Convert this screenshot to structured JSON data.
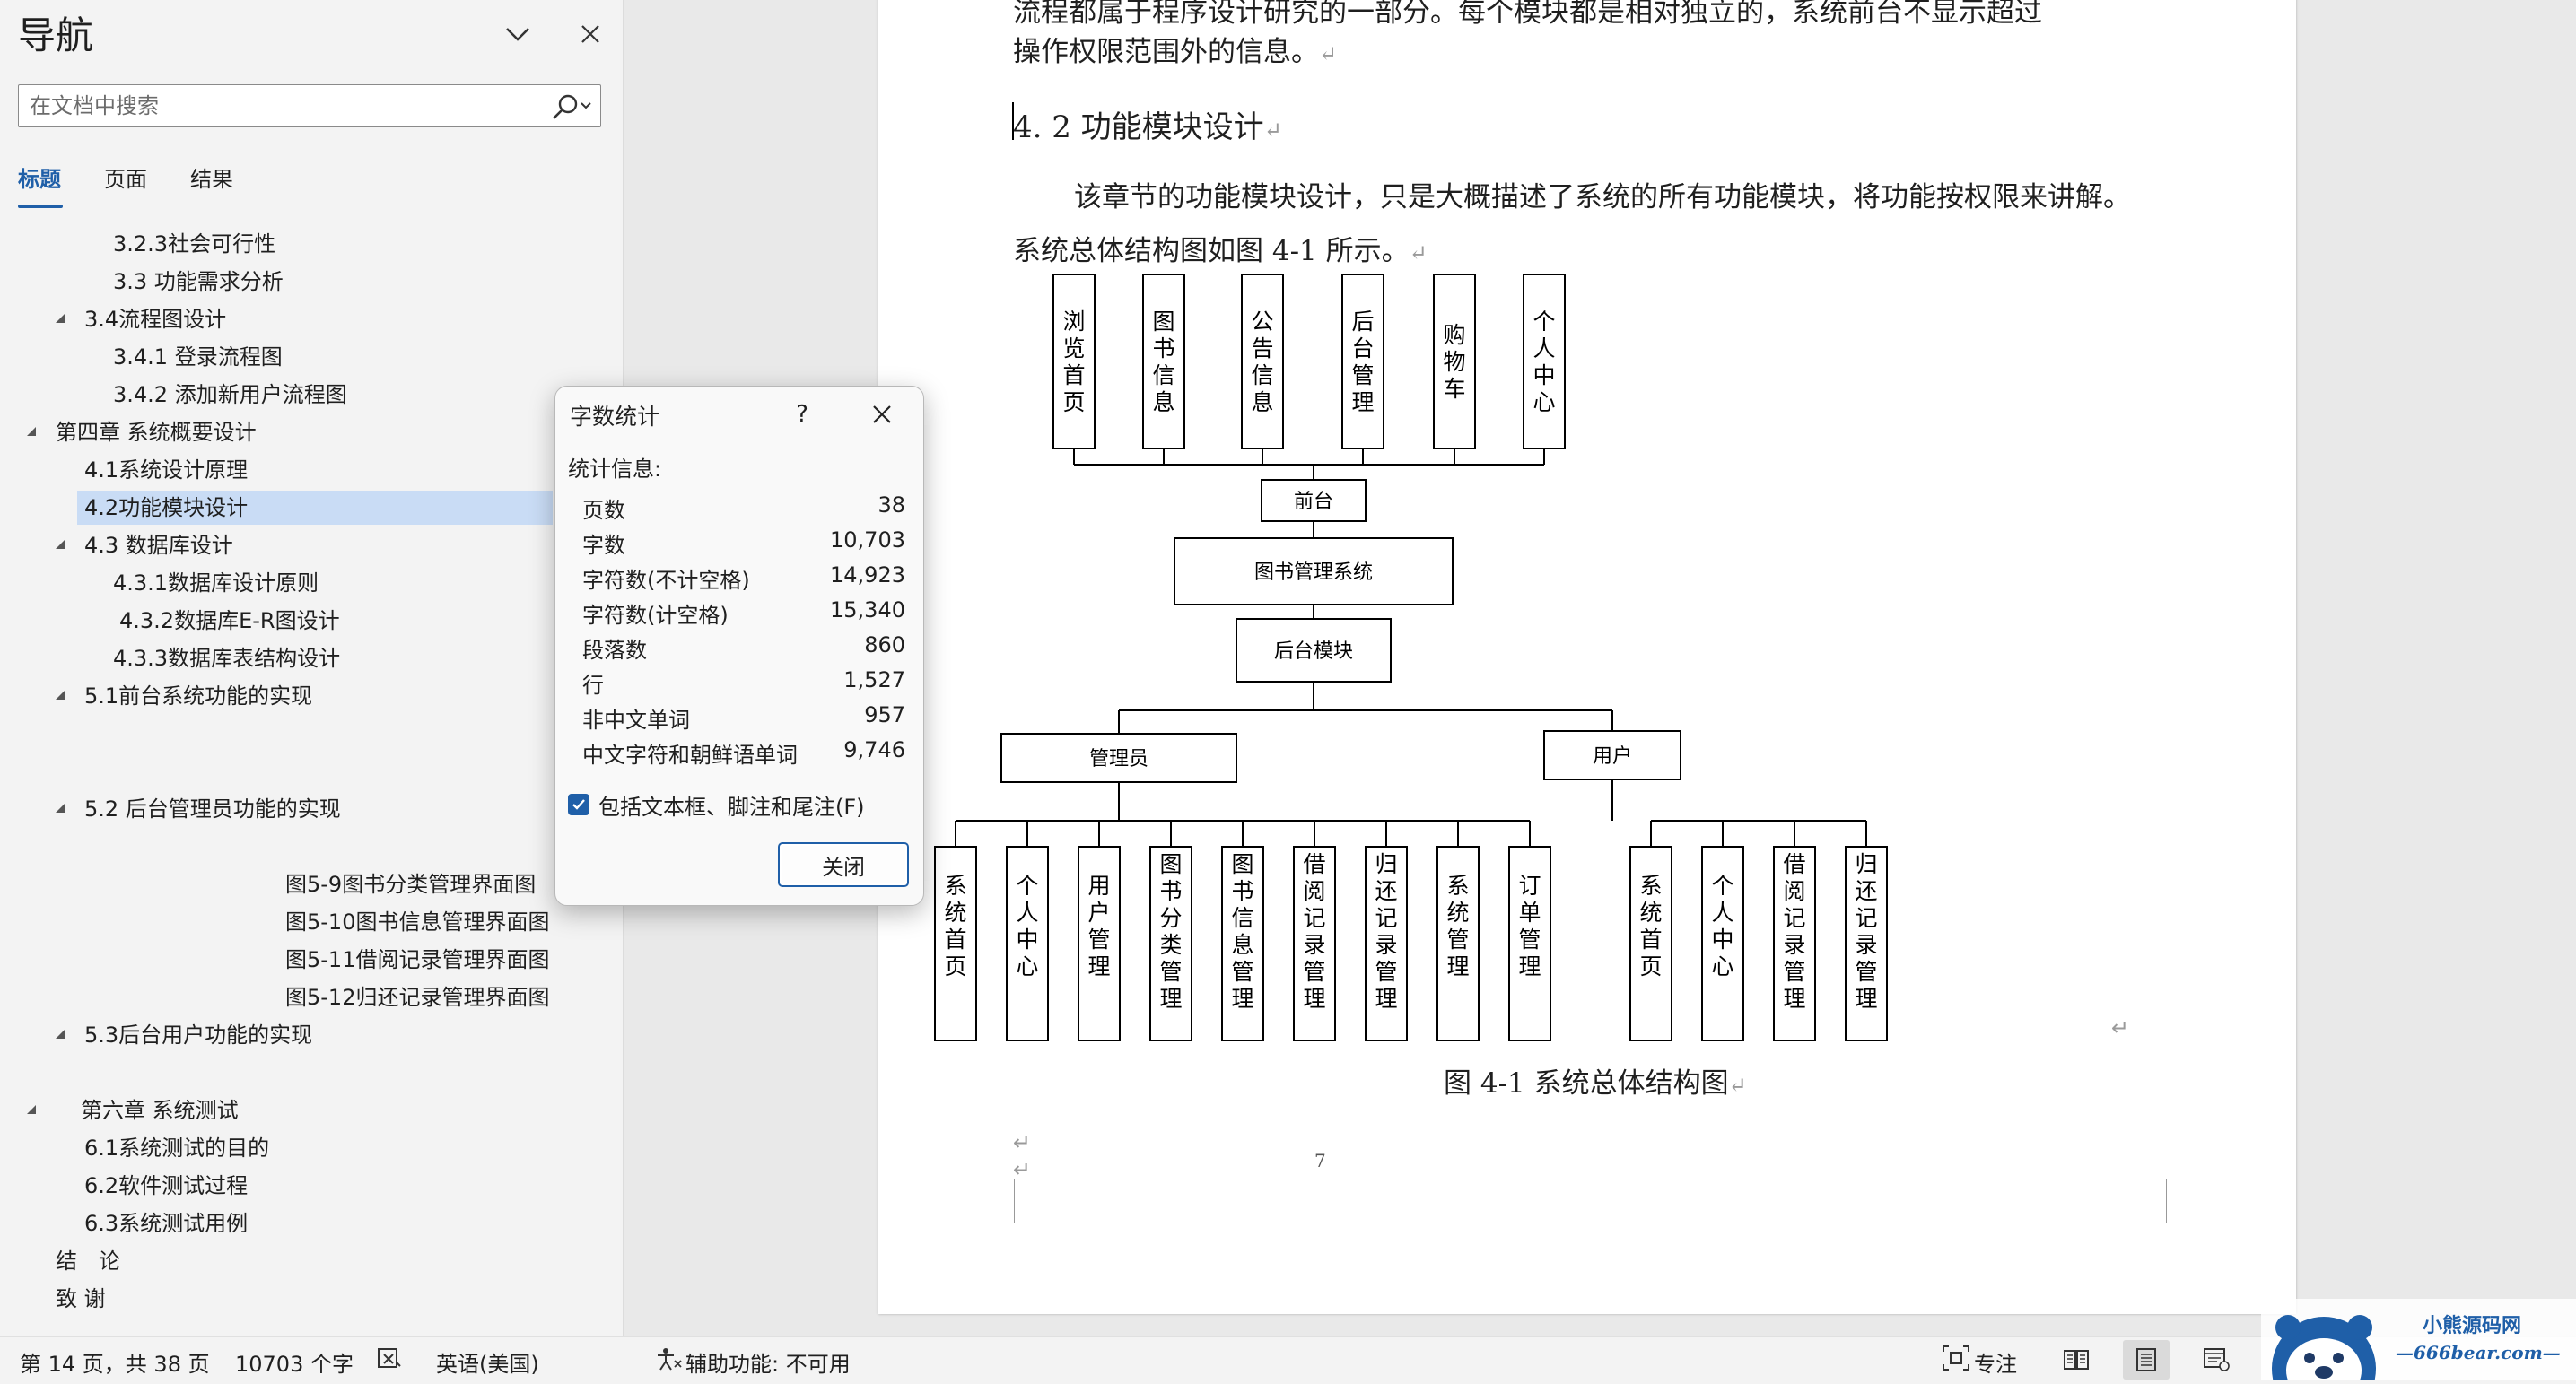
{
  "nav": {
    "title": "导航",
    "search_placeholder": "在文档中搜索",
    "tabs": [
      "标题",
      "页面",
      "结果"
    ],
    "items": [
      "3.2.3社会可行性",
      "3.3 功能需求分析",
      "3.4流程图设计",
      "3.4.1 登录流程图",
      "3.4.2 添加新用户流程图",
      "第四章 系统概要设计",
      "4.1系统设计原理",
      "4.2功能模块设计",
      "4.3 数据库设计",
      "4.3.1数据库设计原则",
      "4.3.2数据库E-R图设计",
      "4.3.3数据库表结构设计",
      "5.1前台系统功能的实现",
      "5.2 后台管理员功能的实现",
      "图5-9图书分类管理界面图",
      "图5-10图书信息管理界面图",
      "图5-11借阅记录管理界面图",
      "图5-12归还记录管理界面图",
      "5.3后台用户功能的实现",
      "第六章 系统测试",
      "6.1系统测试的目的",
      "6.2软件测试过程",
      "6.3系统测试用例",
      "结　论",
      "致 谢"
    ]
  },
  "document": {
    "top_line1": "流程都属于程序设计研究的一部分。每个模块都是相对独立的，系统前台不显示超过",
    "top_line2": "操作权限范围外的信息。",
    "heading": "4. 2 功能模块设计",
    "para_line1": "该章节的功能模块设计，只是大概描述了系统的所有功能模块，将功能按权限来讲解。",
    "para_line2": "系统总体结构图如图 4-1 所示。",
    "caption": "图 4-1  系统总体结构图",
    "page_number": "7",
    "diagram": {
      "front_modules": [
        "浏览首页",
        "图书信息",
        "公告信息",
        "后台管理",
        "购物车",
        "个人中心"
      ],
      "front_node": "前台",
      "system_node": "图书管理系统",
      "backend_node": "后台模块",
      "admin_node": "管理员",
      "user_node": "用户",
      "admin_modules": [
        "系统首页",
        "个人中心",
        "用户管理",
        "图书分类管理",
        "图书信息管理",
        "借阅记录管理",
        "归还记录管理",
        "系统管理",
        "订单管理"
      ],
      "user_modules": [
        "系统首页",
        "个人中心",
        "借阅记录管理",
        "归还记录管理"
      ]
    }
  },
  "dialog": {
    "title": "字数统计",
    "help": "?",
    "section": "统计信息:",
    "stats": [
      {
        "label": "页数",
        "value": "38"
      },
      {
        "label": "字数",
        "value": "10,703"
      },
      {
        "label": "字符数(不计空格)",
        "value": "14,923"
      },
      {
        "label": "字符数(计空格)",
        "value": "15,340"
      },
      {
        "label": "段落数",
        "value": "860"
      },
      {
        "label": "行",
        "value": "1,527"
      },
      {
        "label": "非中文单词",
        "value": "957"
      },
      {
        "label": "中文字符和朝鲜语单词",
        "value": "9,746"
      }
    ],
    "checkbox_label": "包括文本框、脚注和尾注(F)",
    "checkbox_checked": true,
    "close_label": "关闭"
  },
  "status": {
    "page": "第 14 页，共 38 页",
    "words": "10703 个字",
    "language": "英语(美国)",
    "accessibility": "辅助功能: 不可用",
    "focus": "专注"
  },
  "watermark": {
    "title": "小熊源码网",
    "url": "—666bear.com—"
  },
  "colors": {
    "accent": "#1f5fa8",
    "selected_bg": "#c9dcf5",
    "pane_bg": "#f3f3f3"
  }
}
